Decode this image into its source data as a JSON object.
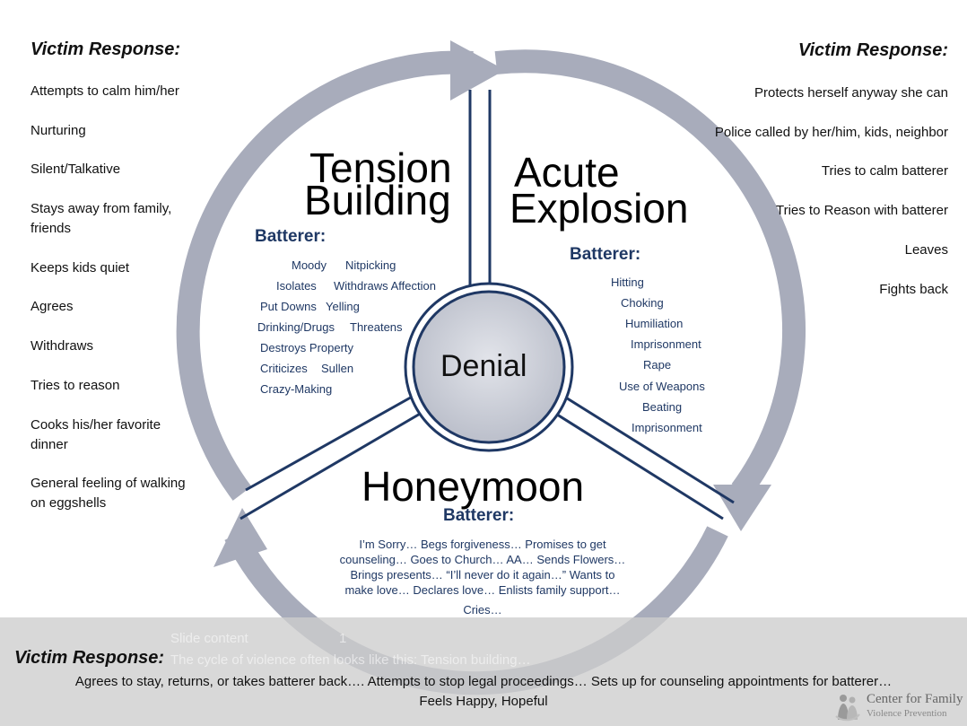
{
  "victim_left": {
    "title": "Victim Response:",
    "items": [
      "Attempts to calm him/her",
      "Nurturing",
      "Silent/Talkative",
      "Stays away from family,",
      "friends",
      "Keeps kids quiet",
      "Agrees",
      "Withdraws",
      "Tries to reason",
      "Cooks his/her favorite",
      "dinner",
      "General feeling of walking",
      "on eggshells"
    ]
  },
  "victim_right": {
    "title": "Victim Response:",
    "items": [
      "Protects herself anyway she can",
      "Police called by her/him, kids, neighbor",
      "Tries to calm batterer",
      "Tries to Reason with batterer",
      "Leaves",
      "Fights back"
    ]
  },
  "tension": {
    "title_line1": "Tension",
    "title_line2": "Building",
    "batterer_label": "Batterer:",
    "items": [
      "Moody",
      "Nitpicking",
      "Isolates",
      "Withdraws Affection",
      "Put Downs",
      "Yelling",
      "Drinking/Drugs",
      "Threatens",
      "Destroys Property",
      "Criticizes",
      "Sullen",
      "Crazy-Making"
    ]
  },
  "explosion": {
    "title_line1": "Acute",
    "title_line2": "Explosion",
    "batterer_label": "Batterer:",
    "items": [
      "Hitting",
      "Choking",
      "Humiliation",
      "Imprisonment",
      "Rape",
      "Use of Weapons",
      "Beating",
      "Imprisonment"
    ]
  },
  "honeymoon": {
    "title": "Honeymoon",
    "batterer_label": "Batterer:",
    "lines": [
      "I’m Sorry… Begs forgiveness… Promises to get",
      "counseling… Goes to Church… AA… Sends Flowers…",
      "Brings presents… “I’ll never do it again…”  Wants to",
      "make love… Declares love… Enlists family support…"
    ],
    "cries": "Cries…"
  },
  "center": {
    "label": "Denial"
  },
  "bottom": {
    "title": "Victim Response:",
    "line1": "Agrees to stay, returns, or takes batterer back…. Attempts to stop legal proceedings… Sets up for counseling appointments for batterer…",
    "line2": "Feels Happy, Hopeful",
    "ghost_text": [
      "Slide content",
      "1",
      "The cycle of violence often looks like this: Tension building…"
    ]
  },
  "logo": {
    "line1": "Center for Family",
    "line2": "Violence Prevention"
  },
  "colors": {
    "ring": "#a8acbb",
    "ring_edge": "#8f94a6",
    "divider": "#1f3864",
    "heading_blue": "#1f3864",
    "center_fill": "#c7cad3",
    "band": "#cdcdcd"
  }
}
